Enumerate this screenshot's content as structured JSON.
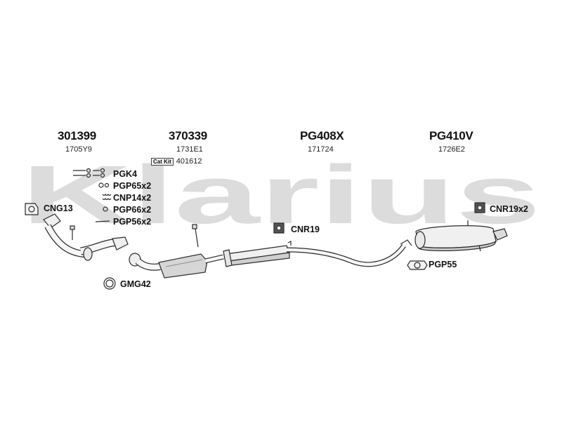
{
  "watermark": {
    "text": "Klarius",
    "color": "#d9d9d9"
  },
  "parts": [
    {
      "number": "301399",
      "sub": "1705Y9"
    },
    {
      "number": "370339",
      "sub": "1731E1"
    },
    {
      "number": "PG408X",
      "sub": "171724"
    },
    {
      "number": "PG410V",
      "sub": "1726E2"
    }
  ],
  "cat_kit": {
    "label": "Cat Kit",
    "number": "401612"
  },
  "fittings_left": [
    {
      "label": "PGK4",
      "icon": "bolts-icon"
    },
    {
      "label": "PGP65x2",
      "icon": "washers-icon"
    },
    {
      "label": "CNP14x2",
      "icon": "spring-icon"
    },
    {
      "label": "PGP66x2",
      "icon": "washer-icon"
    },
    {
      "label": "PGP56x2",
      "icon": "stud-icon"
    }
  ],
  "gaskets": {
    "cng13": "CNG13",
    "gmg42": "GMG42",
    "cnr19": "CNR19",
    "cnr19x2": "CNR19x2",
    "pgp55": "PGP55"
  },
  "colors": {
    "line": "#2a2a2a",
    "fill": "#f2f2f2",
    "shade": "#bdbdbd"
  }
}
